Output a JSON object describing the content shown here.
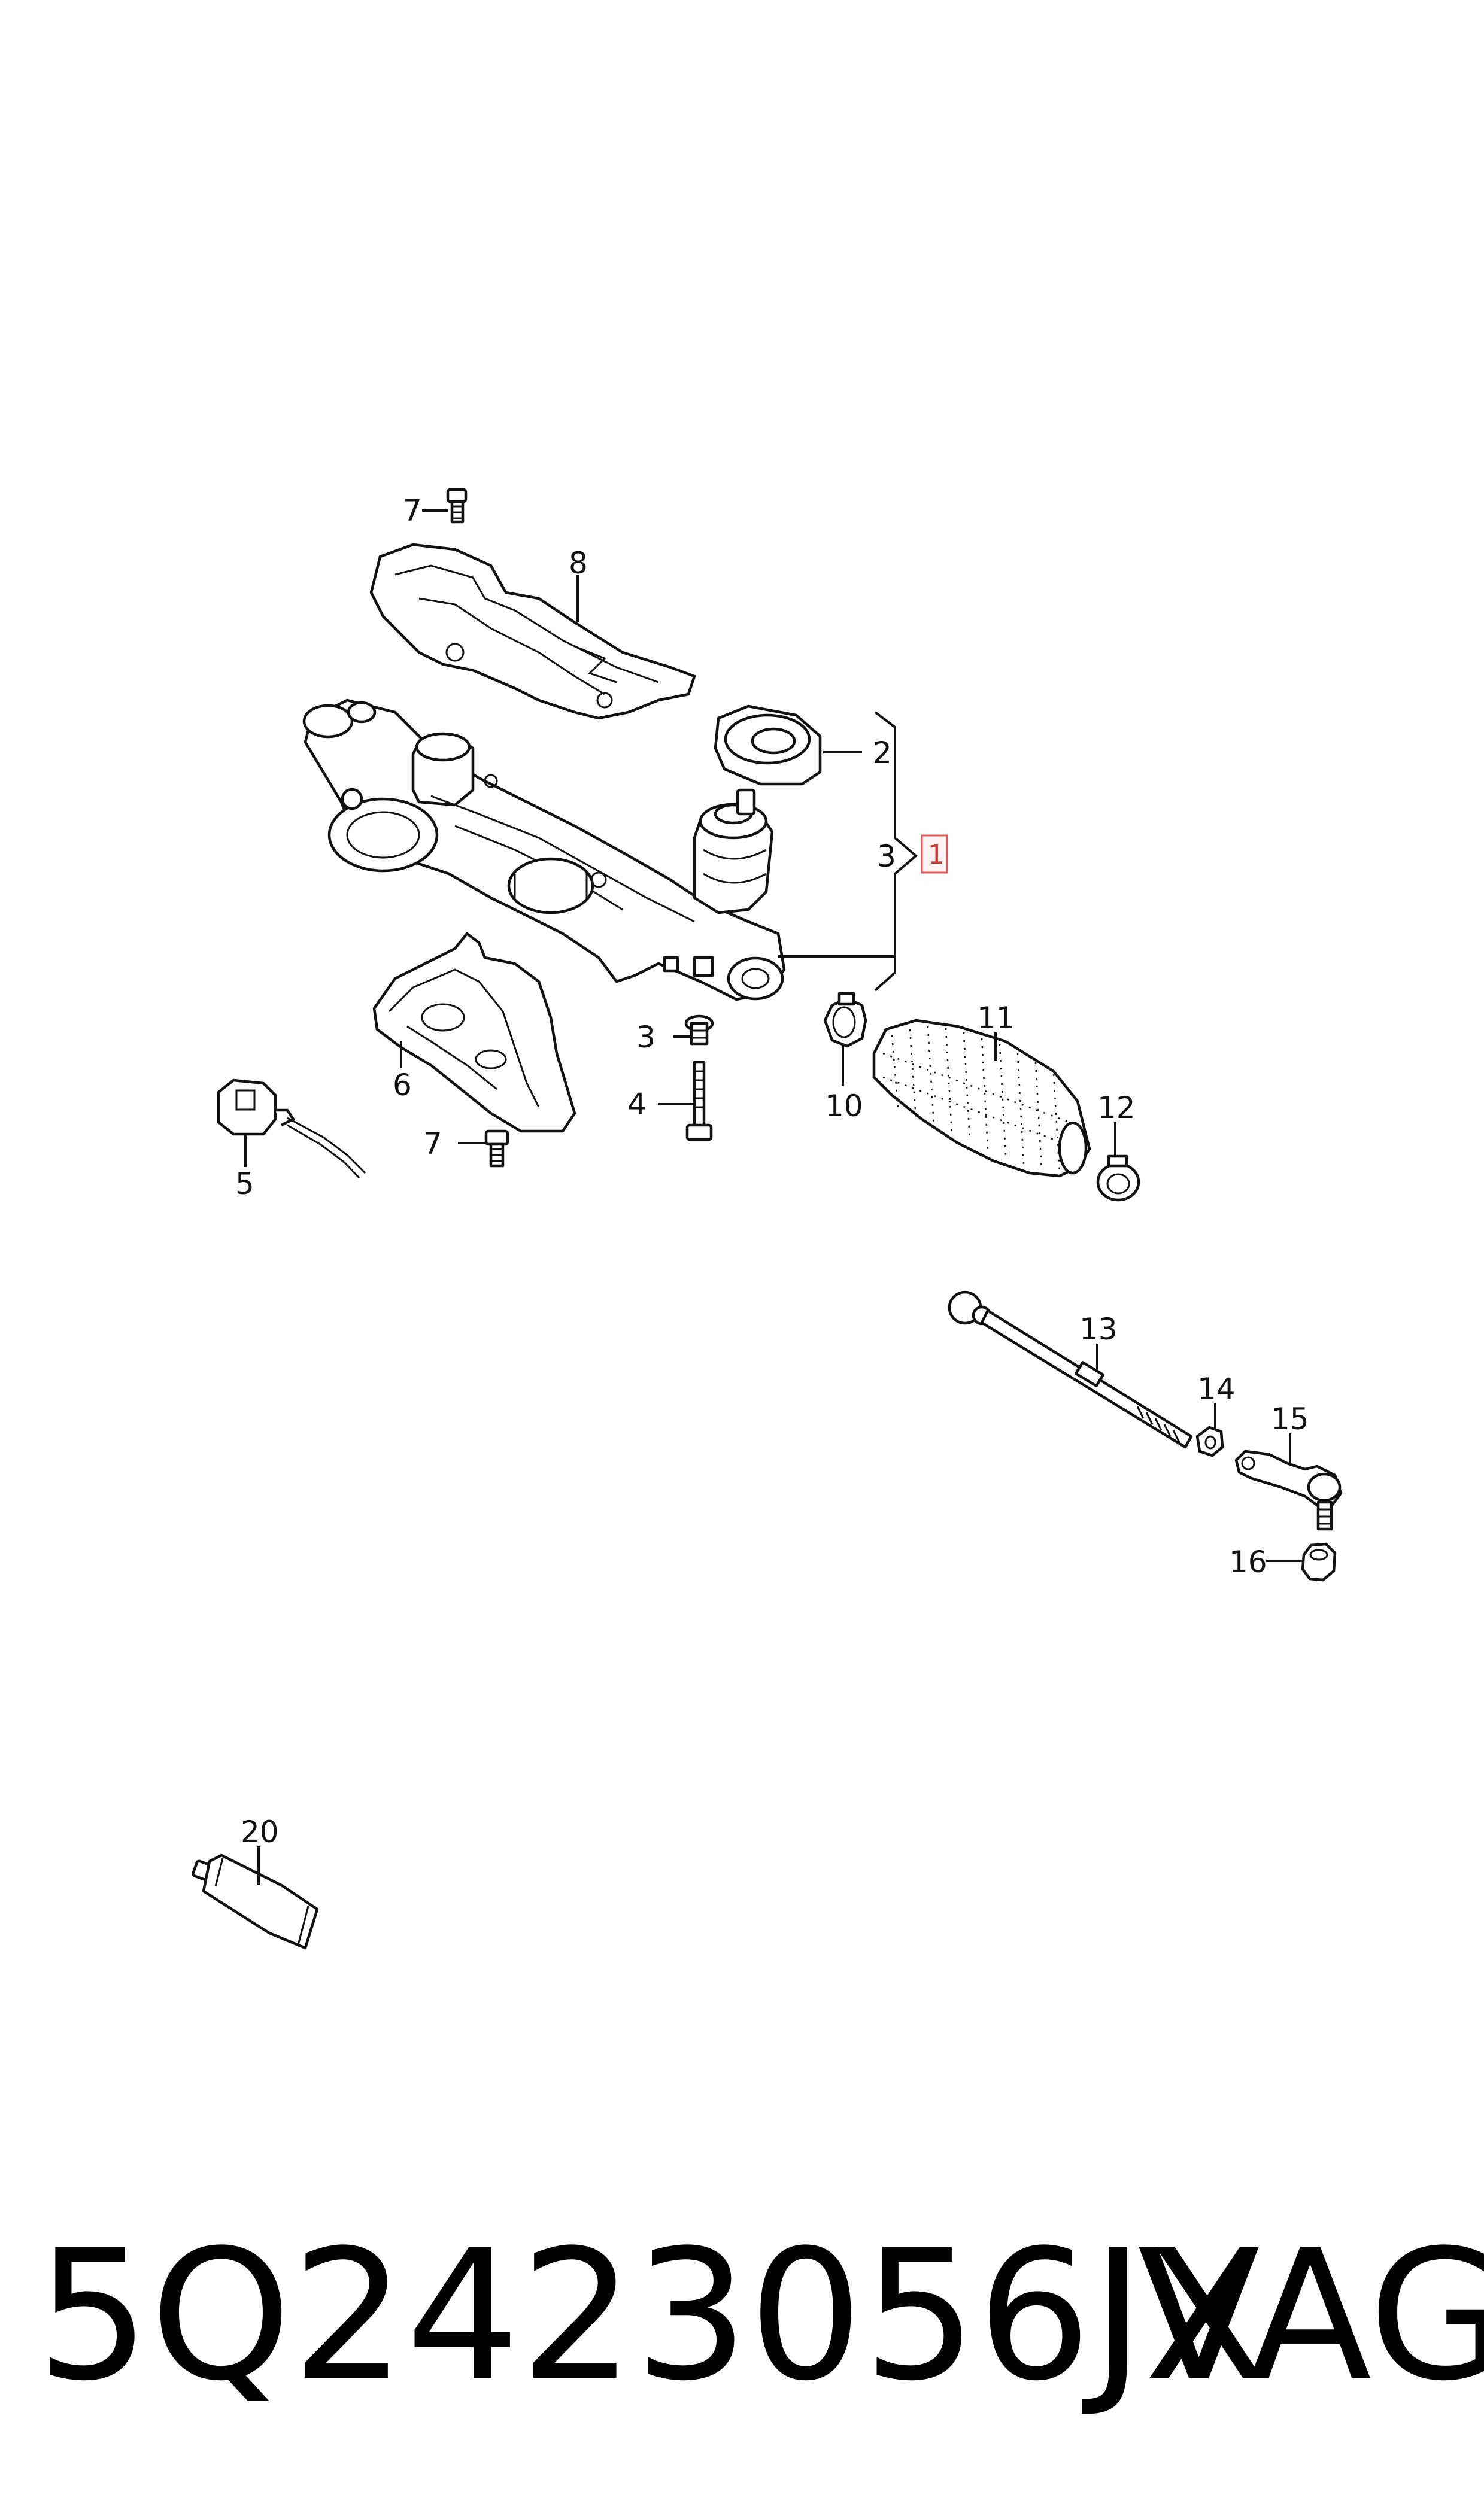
{
  "callouts": {
    "c1": "1",
    "c2": "2",
    "c3_top": "3",
    "c3_bolt": "3",
    "c4": "4",
    "c5": "5",
    "c6": "6",
    "c7_top": "7",
    "c7_bottom": "7",
    "c8": "8",
    "c10": "10",
    "c11": "11",
    "c12": "12",
    "c13": "13",
    "c14": "14",
    "c15": "15",
    "c16": "16",
    "c20": "20"
  },
  "footer": {
    "part_number": "5Q2423056JX",
    "brand": "VAG"
  },
  "colors": {
    "line": "#111111",
    "highlight": "#e05a5a"
  }
}
